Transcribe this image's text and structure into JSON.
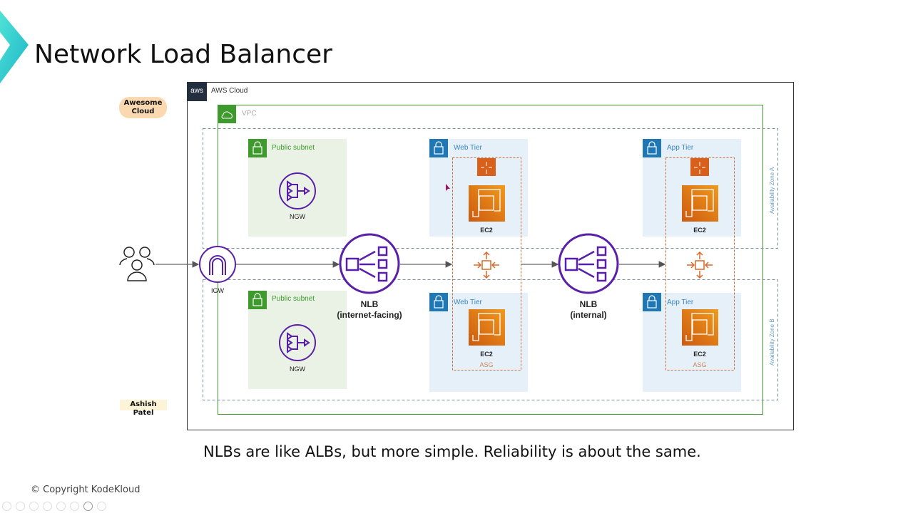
{
  "slide": {
    "title": "Network Load Balancer",
    "caption": "NLBs are like ALBs, but more simple. Reliability is about the same.",
    "copyright": "© Copyright KodeKloud"
  },
  "badges": {
    "brand": "Awesome Cloud",
    "author": "Ashish Patel"
  },
  "diagram": {
    "aws_cloud": "AWS Cloud",
    "aws_logo": "aws",
    "vpc": "VPC",
    "az_a": "Availability Zone A",
    "az_b": "Availability Zone B",
    "public_subnet": "Public subnet",
    "ngw": "NGW",
    "igw": "IGW",
    "web_tier": "Web Tier",
    "app_tier": "App Tier",
    "ec2": "EC2",
    "asg": "ASG",
    "nlb_external": {
      "name": "NLB",
      "type": "(internet-facing)"
    },
    "nlb_internal": {
      "name": "NLB",
      "type": "(internal)"
    }
  },
  "colors": {
    "aws_dark": "#232f3e",
    "vpc_green": "#3f9a2e",
    "tier_blue": "#1f77b4",
    "nlb_purple": "#5a1fa8",
    "ec2_orange": "#e0650f",
    "accent_teal": "#2bd1c4"
  }
}
